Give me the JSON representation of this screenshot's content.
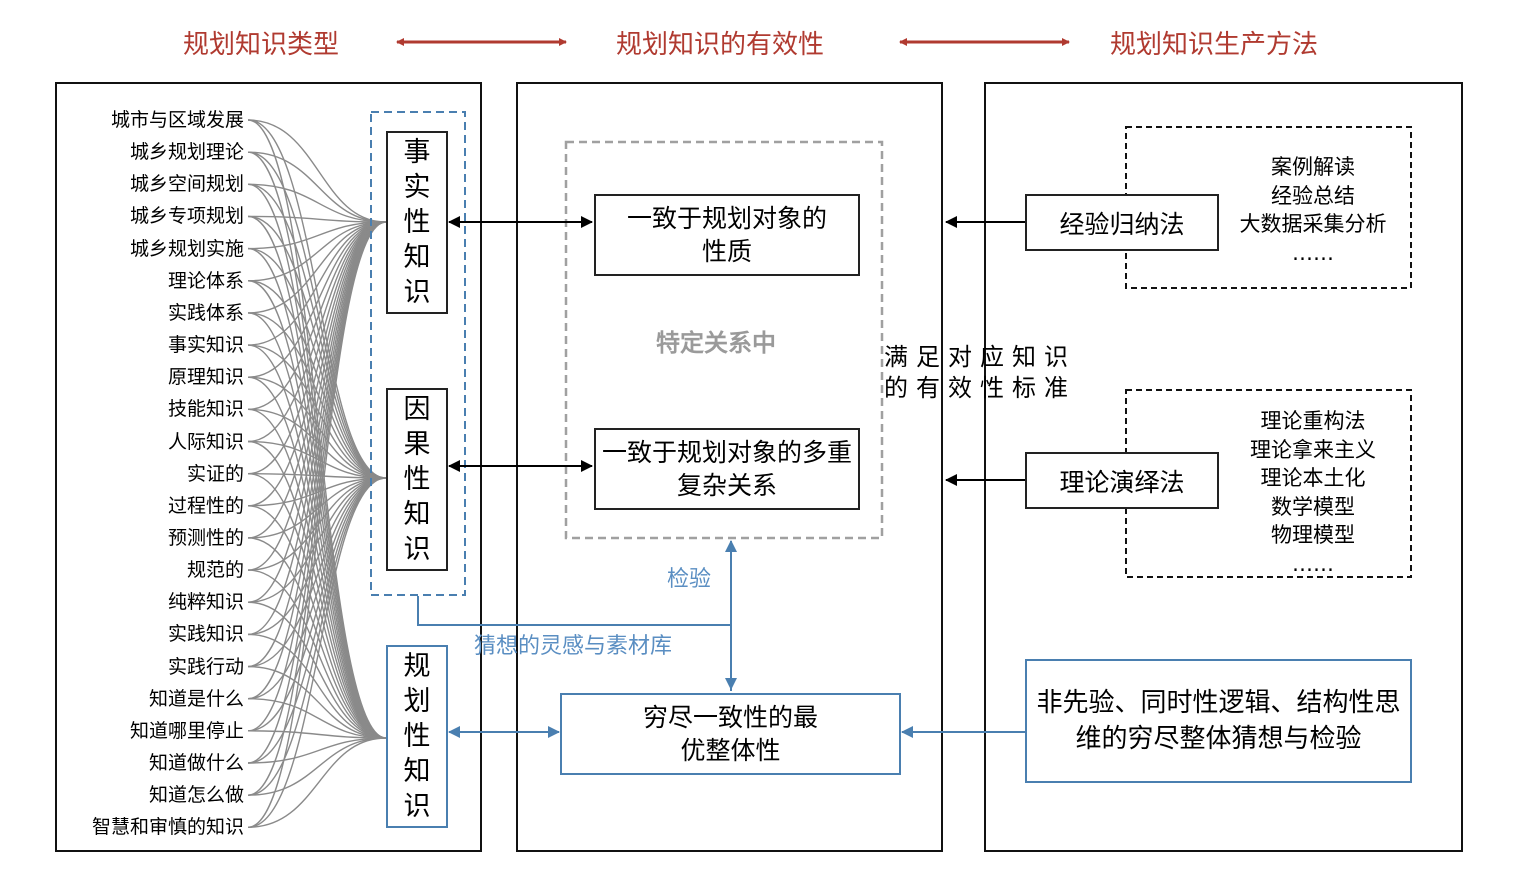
{
  "header": {
    "left": "规划知识类型",
    "center": "规划知识的有效性",
    "right": "规划知识生产方法"
  },
  "left_panel": {
    "knowledge_items": [
      "城市与区域发展",
      "城乡规划理论",
      "城乡空间规划",
      "城乡专项规划",
      "城乡规划实施",
      "理论体系",
      "实践体系",
      "事实知识",
      "原理知识",
      "技能知识",
      "人际知识",
      "实证的",
      "过程性的",
      "预测性的",
      "规范的",
      "纯粹知识",
      "实践知识",
      "实践行动",
      "知道是什么",
      "知道哪里停止",
      "知道做什么",
      "知道怎么做",
      "智慧和审慎的知识"
    ],
    "factual_knowledge": "事实性知识",
    "causal_knowledge": "因果性知识",
    "planning_knowledge": "规划性知识"
  },
  "middle_panel": {
    "nature_box": "一致于规划对象的性质",
    "relation_box": "一致于规划对象的多重复杂关系",
    "specific_relation": "特定关系中",
    "validity_standard": "满足对应知识的有效性标准",
    "test_label": "检验",
    "inspiration_label": "猜想的灵感与素材库",
    "optimal_box": "穷尽一致性的最优整体性"
  },
  "right_panel": {
    "empirical_method": "经验归纳法",
    "empirical_list": [
      "案例解读",
      "经验总结",
      "大数据采集分析",
      "……"
    ],
    "deductive_method": "理论演绎法",
    "deductive_list": [
      "理论重构法",
      "理论拿来主义",
      "理论本土化",
      "数学模型",
      "物理模型",
      "……"
    ],
    "holistic_box": "非先验、同时性逻辑、结构性思维的穷尽整体猜想与检验"
  },
  "colors": {
    "header": "#b03a30",
    "blue": "#4a7fb0",
    "blue_text": "#5a8ec2",
    "gray_dashed": "#a0a0a0",
    "gray_text": "#9a9a9a",
    "curve": "#8a8a8a"
  }
}
